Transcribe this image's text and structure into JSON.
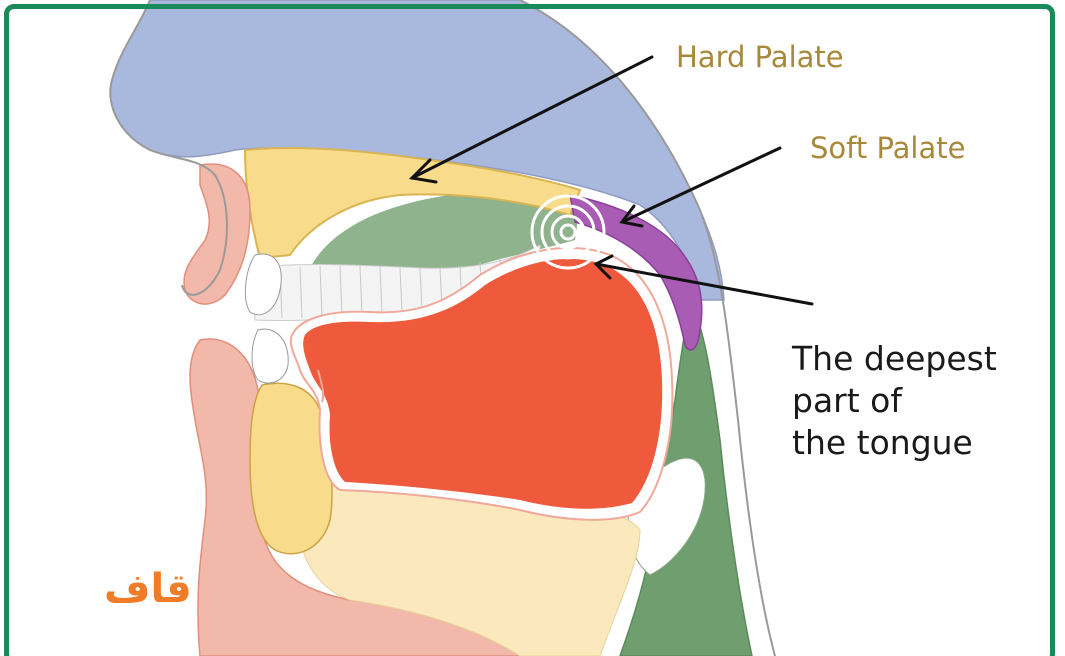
{
  "labels": {
    "hard_palate": "Hard Palate",
    "soft_palate": "Soft Palate",
    "deepest_line1": "The deepest",
    "deepest_line2": "part of",
    "deepest_line3": "the tongue",
    "letter": "قاف"
  },
  "colors": {
    "frame": "#1b8a5a",
    "nasal_cavity": "#a9b8dd",
    "hard_palate": "#f8dc8c",
    "soft_palate": "#a85cb4",
    "tongue": "#ef5a3c",
    "oral_cavity": "#8eb38d",
    "pharynx": "#6f9f6e",
    "lips": "#f2b9aa",
    "jaw": "#fbe9bd",
    "label_gold": "#a8893a",
    "label_orange": "#f07c28"
  }
}
